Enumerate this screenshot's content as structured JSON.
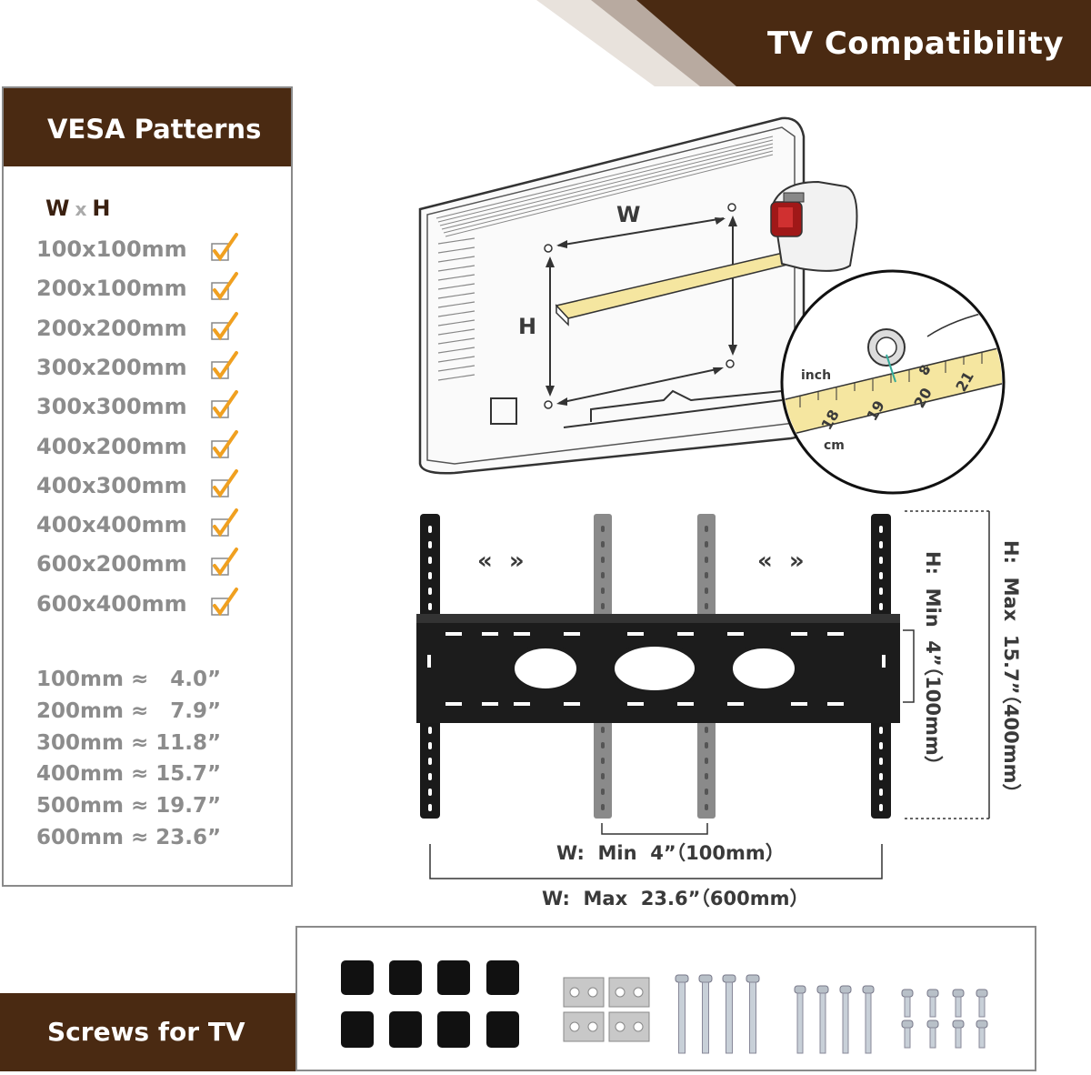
{
  "banner": {
    "title": "TV  Compatibility"
  },
  "vesa": {
    "title": "VESA Patterns",
    "wxh": {
      "w": "W",
      "x": "x",
      "h": "H"
    },
    "patterns": [
      "100x100mm",
      "200x100mm",
      "200x200mm",
      "300x200mm",
      "300x300mm",
      "400x200mm",
      "400x300mm",
      "400x400mm",
      "600x200mm",
      "600x400mm"
    ],
    "conversions": [
      "100mm ≈   4.0”",
      "200mm ≈   7.9”",
      "300mm ≈ 11.8”",
      "400mm ≈ 15.7”",
      "500mm ≈ 19.7”",
      "600mm ≈ 23.6”"
    ]
  },
  "diagram": {
    "w_label": "W",
    "h_label": "H",
    "inch_label": "inch",
    "cm_label": "cm",
    "tape_numbers": [
      "18",
      "19",
      "20",
      "21"
    ],
    "tape_inch_number": "8"
  },
  "mount": {
    "w_min": "W:  Min  4”（100mm）",
    "w_max": "W:  Max  23.6”（600mm）",
    "h_min": "H:  Min  4”（100mm）",
    "h_max": "H:  Max  15.7”（400mm）",
    "arrows_left": "«  »",
    "arrows_right": "«  »"
  },
  "screws": {
    "title": "Screws for TV"
  },
  "colors": {
    "brown": "#4a2a12",
    "check_orange": "#f0a020",
    "tape_yellow": "#f5e6a0"
  }
}
